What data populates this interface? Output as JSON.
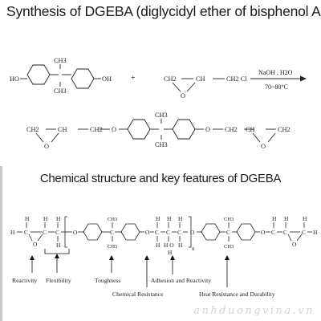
{
  "header": {
    "title": "Synthesis of DGEBA (diglycidyl ether of bisphenol A)"
  },
  "reaction": {
    "bpa_left_group": "HO",
    "bpa_right_group": "OH",
    "methyl_top": "CH3",
    "methyl_bottom": "CH3",
    "plus_sign": "+",
    "ech_ch2": "CH2",
    "ech_ch": "CH",
    "ech_ch2cl": "CH2 Cl",
    "ech_o": "O",
    "reagent_top": "NaOH  , H2O",
    "reagent_bottom": "70~80°C"
  },
  "product": {
    "left_ch2": "CH2",
    "left_ch": "CH",
    "left_link": "CH2",
    "left_o": "O",
    "ether_o_left": "O",
    "methyl_top": "CH3",
    "methyl_bottom": "CH3",
    "ether_o_right": "O",
    "right_link": "CH2",
    "right_ch": "CH",
    "right_ch2": "CH2",
    "right_o": "O"
  },
  "section": {
    "title": "Chemical structure and key features of DGEBA"
  },
  "structure": {
    "h": "H",
    "c": "C",
    "o": "O",
    "ho": "H O",
    "ch3": "CH3",
    "n_label": "n",
    "end_c": "C",
    "end_h": "H"
  },
  "features": [
    {
      "label": "Reactivity"
    },
    {
      "label": "Flexibility"
    },
    {
      "label": "Toughness"
    },
    {
      "label": "Adhesion and Reactivity"
    },
    {
      "label": "Chemical Resistance"
    },
    {
      "label": "Heat Resistance and Durability"
    }
  ],
  "watermark": "anhduongvina.vn"
}
